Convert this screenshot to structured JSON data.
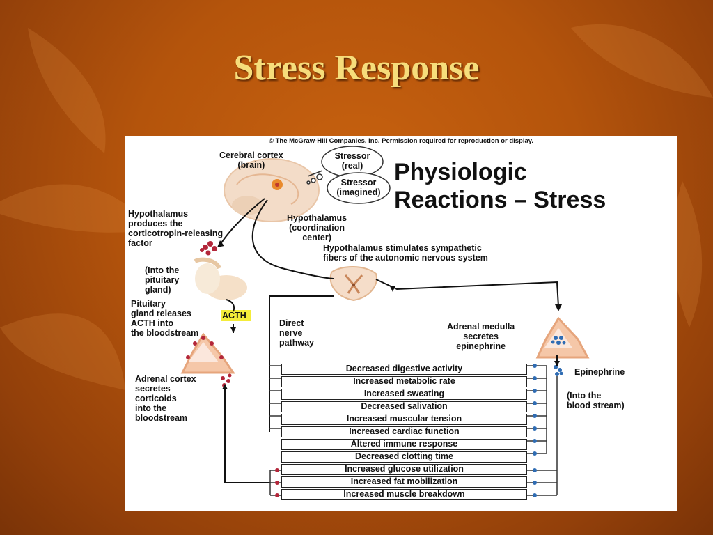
{
  "slide": {
    "title": "Stress Response"
  },
  "figure": {
    "copyright": "© The McGraw-Hill Companies, Inc. Permission required for reproduction or display.",
    "heading_line1": "Physiologic",
    "heading_line2": "Reactions – Stress",
    "labels": {
      "cerebral_cortex": "Cerebral cortex\n(brain)",
      "stressor_real": "Stressor\n(real)",
      "stressor_imagined": "Stressor\n(imagined)",
      "hypothalamus_crf": "Hypothalamus\nproduces the\ncorticotropin-releasing\nfactor",
      "hypothalamus_center": "Hypothalamus\n(coordination\ncenter)",
      "into_pituitary": "(Into the\npituitary\ngland)",
      "hypothalamus_sympathetic": "Hypothalamus stimulates sympathetic\nfibers of the autonomic nervous system",
      "pituitary_acth": "Pituitary\ngland releases\nACTH into\nthe bloodstream",
      "acth": "ACTH",
      "direct_nerve": "Direct\nnerve\npathway",
      "adrenal_medulla": "Adrenal medulla\nsecretes\nepinephrine",
      "adrenal_cortex": "Adrenal cortex\nsecretes\ncorticoids\ninto the\nbloodstream",
      "epinephrine": "Epinephrine",
      "into_blood_stream": "(Into the\nblood stream)"
    },
    "effects": [
      "Decreased digestive activity",
      "Increased metabolic rate",
      "Increased sweating",
      "Decreased salivation",
      "Increased muscular tension",
      "Increased cardiac function",
      "Altered immune response",
      "Decreased clotting time",
      "Increased glucose utilization",
      "Increased fat mobilization",
      "Increased muscle breakdown"
    ],
    "colors": {
      "hormone_red": "#b3263a",
      "epinephrine_blue": "#2f6cb3",
      "acth_highlight": "#f4ec3a",
      "gland_fill": "#f5c7a8"
    }
  }
}
